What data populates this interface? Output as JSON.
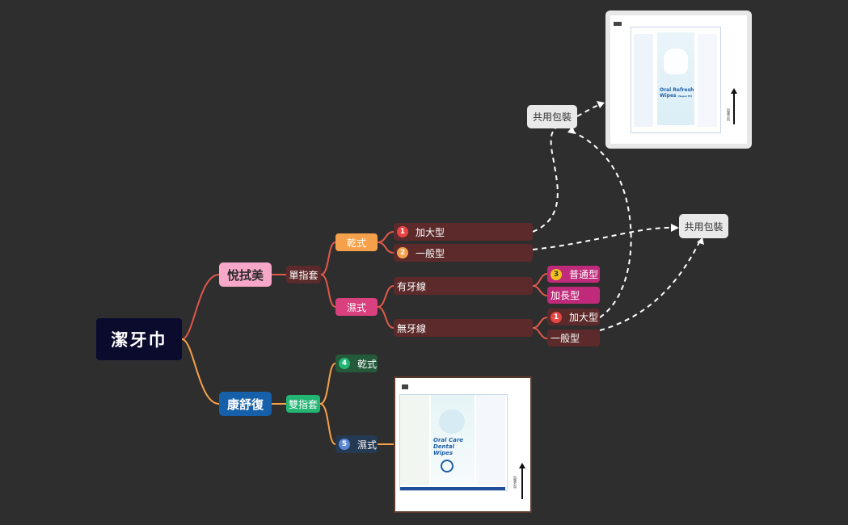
{
  "root": {
    "label": "潔牙巾"
  },
  "branches": {
    "yue": {
      "label": "悅拭美"
    },
    "kang": {
      "label": "康舒復"
    }
  },
  "yue_sub": {
    "label": "單指套"
  },
  "kang_sub": {
    "label": "雙指套"
  },
  "dry": {
    "label": "乾式"
  },
  "wet": {
    "label": "濕式"
  },
  "dry_items": [
    {
      "badge": "1",
      "label": "加大型"
    },
    {
      "badge": "2",
      "label": "一般型"
    }
  ],
  "wet_items": [
    {
      "label": "有牙線"
    },
    {
      "label": "無牙線"
    }
  ],
  "floss_items": [
    {
      "badge": "3",
      "label": "普通型"
    },
    {
      "label": "加長型"
    }
  ],
  "nofloss_items": [
    {
      "badge": "1",
      "label": "加大型"
    },
    {
      "label": "一般型"
    }
  ],
  "kang_items": [
    {
      "badge": "4",
      "label": "乾式"
    },
    {
      "badge": "5",
      "label": "濕式"
    }
  ],
  "callouts": [
    {
      "label": "共用包裝"
    },
    {
      "label": "共用包裝"
    }
  ],
  "thumb_top": {
    "brand_en": "Oral Refresh",
    "brand_en2": "Wipes",
    "sub_en": "(Super fit)",
    "direction": "出貨方向"
  },
  "thumb_bottom": {
    "brand_en": "Oral Care",
    "brand_en2": "Dental Wipes",
    "direction": "出貨方向"
  },
  "colors": {
    "background": "#2e2e2e",
    "root": "#0b0b2e",
    "yue": "#f7a8c8",
    "kang": "#1560a8",
    "dry": "#f5a04a",
    "wet": "#d8407e",
    "green": "#22b573",
    "leaf": "#5c2a2a"
  }
}
